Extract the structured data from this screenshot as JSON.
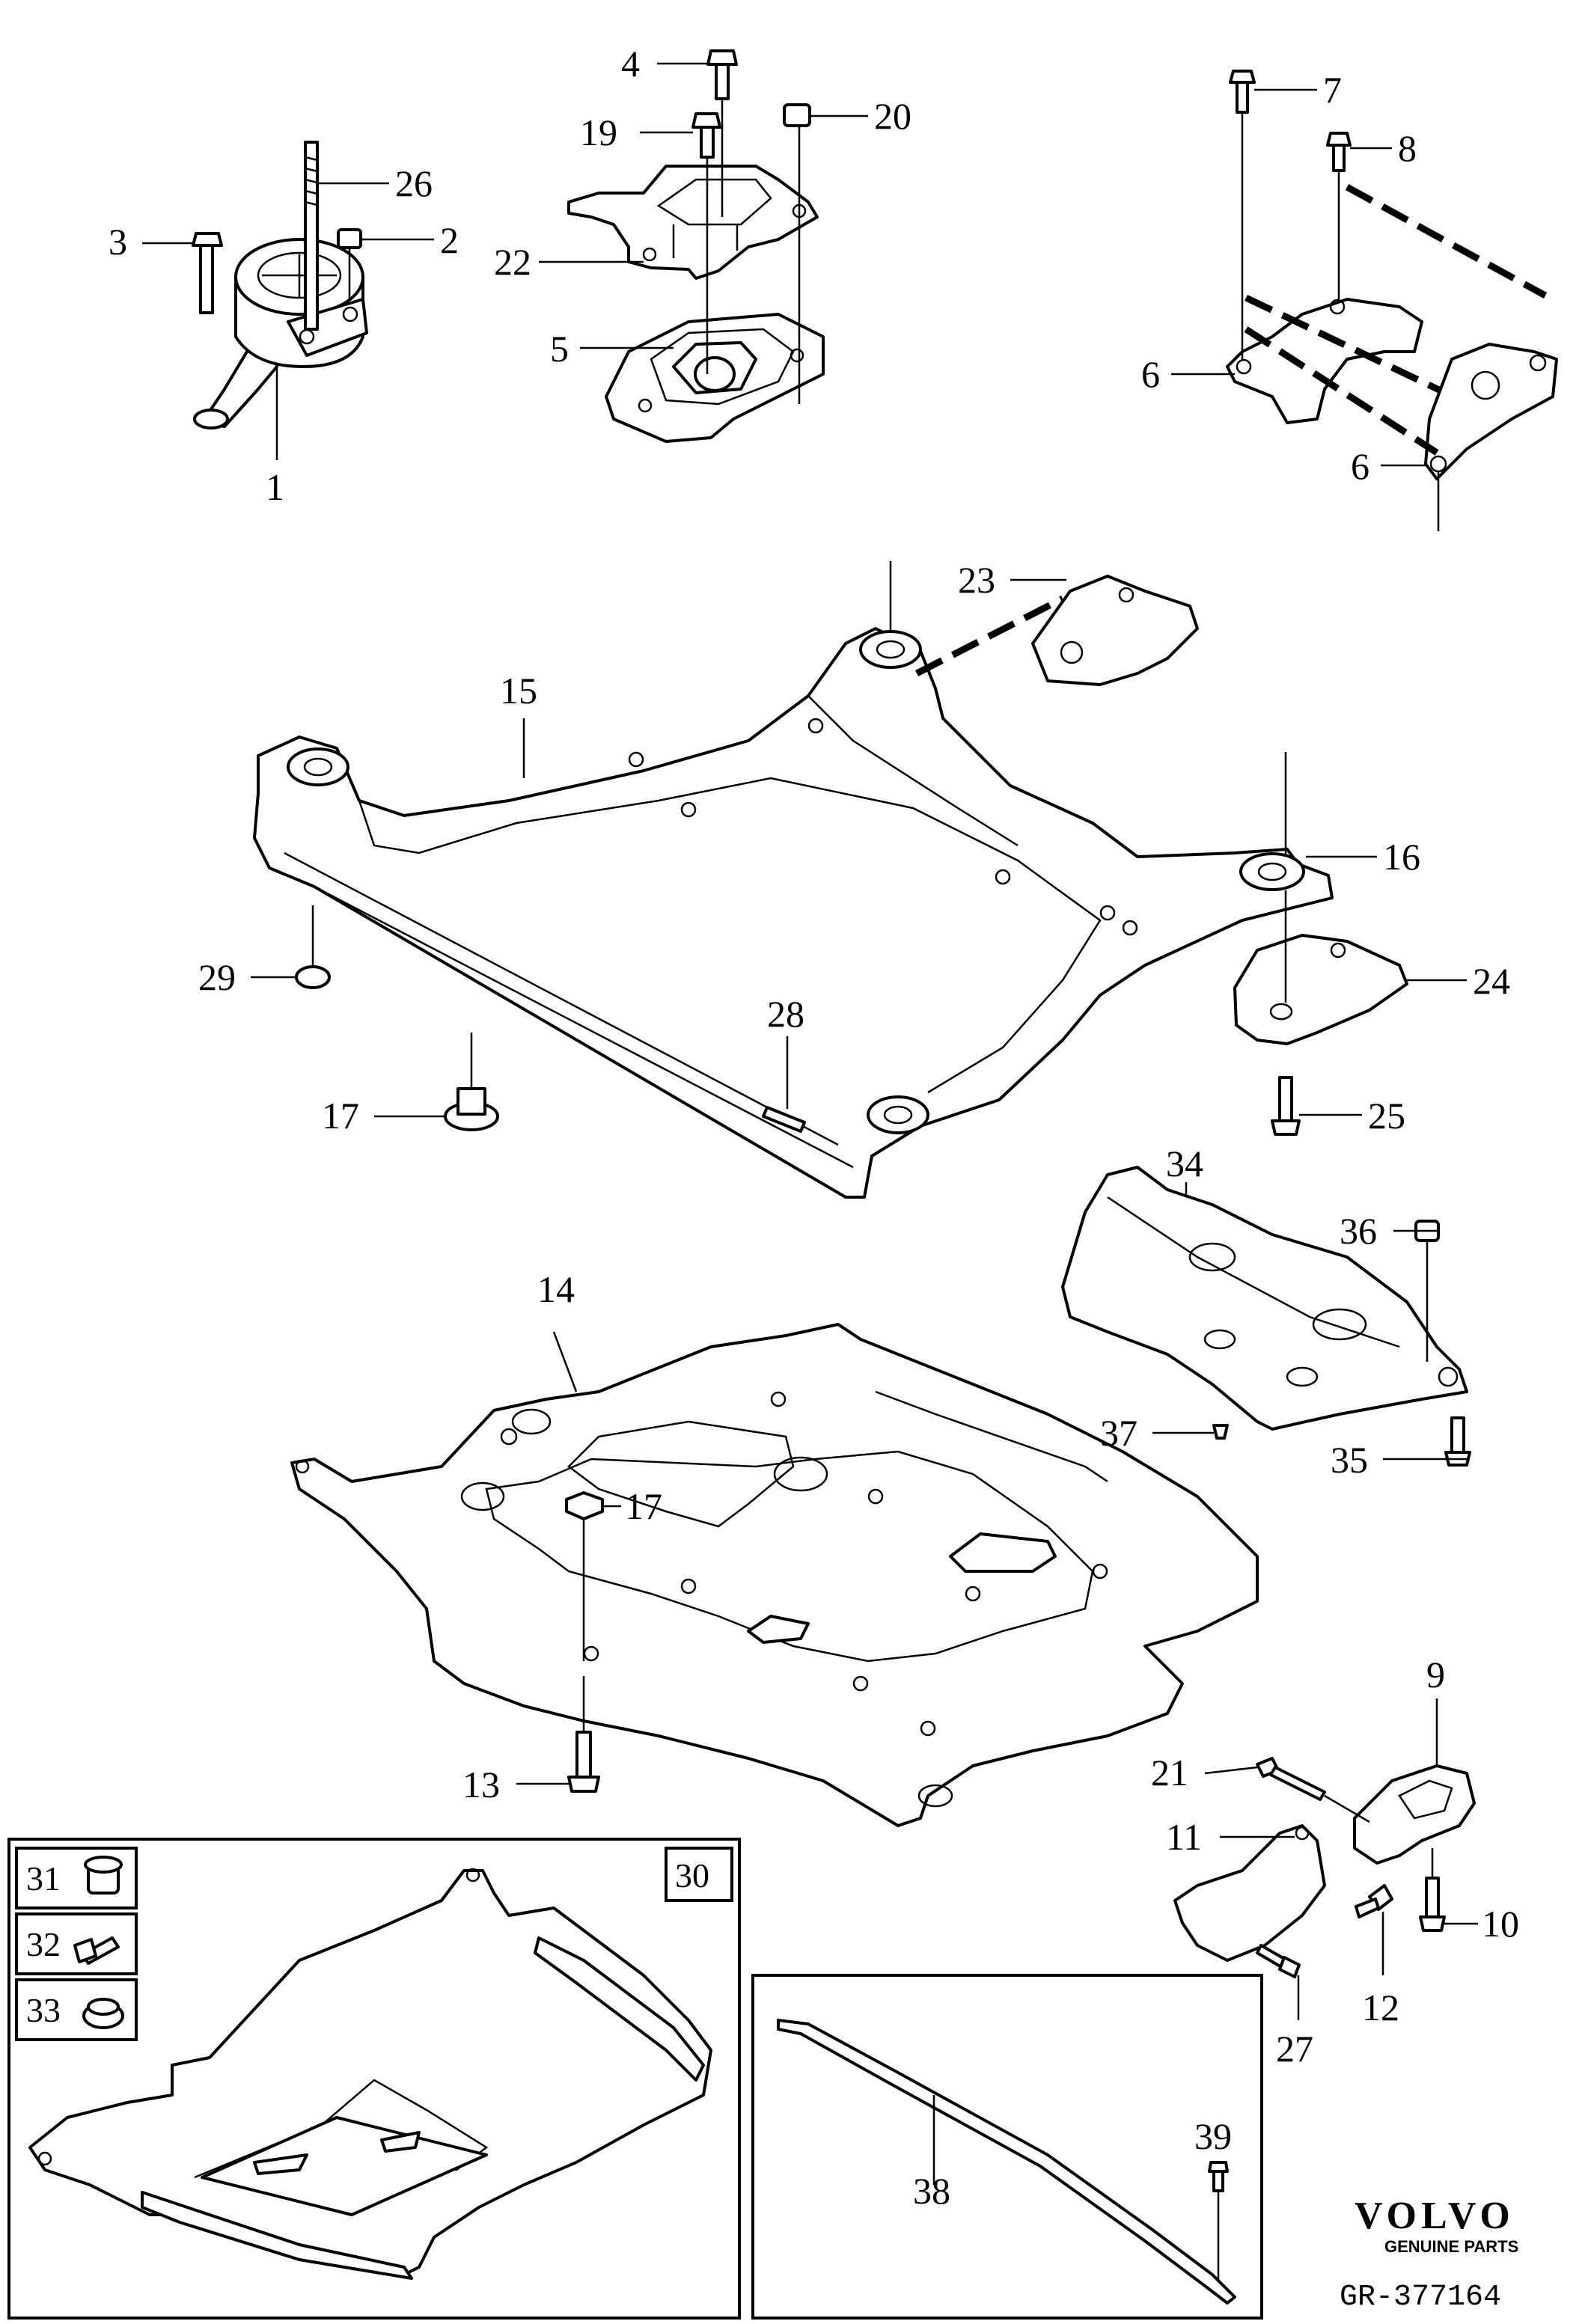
{
  "diagram": {
    "drawing_number": "GR-377164",
    "brand": {
      "logo_text": "VOLVO",
      "tagline": "GENUINE PARTS"
    },
    "callouts": {
      "c1": "1",
      "c2": "2",
      "c3": "3",
      "c4": "4",
      "c5": "5",
      "c6a": "6",
      "c6b": "6",
      "c7": "7",
      "c8": "8",
      "c9": "9",
      "c10": "10",
      "c11": "11",
      "c12": "12",
      "c13": "13",
      "c14": "14",
      "c15": "15",
      "c16": "16",
      "c17a": "17",
      "c17b": "17",
      "c19": "19",
      "c20": "20",
      "c21": "21",
      "c22": "22",
      "c23": "23",
      "c24": "24",
      "c25": "25",
      "c26": "26",
      "c27": "27",
      "c28": "28",
      "c29": "29",
      "c30": "30",
      "c31": "31",
      "c32": "32",
      "c33": "33",
      "c34": "34",
      "c35": "35",
      "c36": "36",
      "c37": "37",
      "c38": "38",
      "c39": "39"
    }
  }
}
